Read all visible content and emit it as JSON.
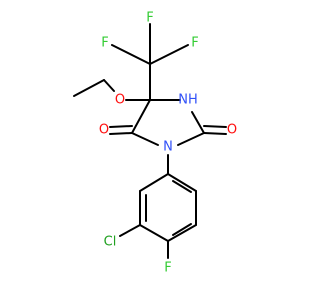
{
  "colors": {
    "bond": "#000000",
    "F": "#33cc33",
    "Cl": "#1fa01f",
    "O": "#ff0d0d",
    "N": "#3050f8"
  },
  "atoms": {
    "f_top": "F",
    "f_left": "F",
    "f_right": "F",
    "o_ether": "O",
    "nh": "NH",
    "o_ketone": "O",
    "o_urea": "O",
    "n_ring": "N",
    "cl": "Cl",
    "f_aryl": "F"
  }
}
